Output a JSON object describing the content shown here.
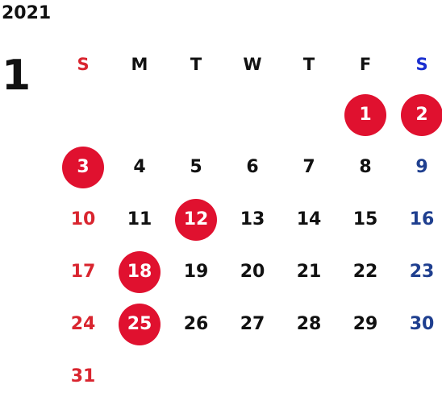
{
  "year": "2021",
  "month": "1",
  "weekdays": [
    "S",
    "M",
    "T",
    "W",
    "T",
    "F",
    "S"
  ],
  "colors": {
    "sunday": "#d9252f",
    "saturday": "#1f3f8f",
    "holiday_circle": "#e0112f",
    "text": "#111111"
  },
  "weeks": [
    [
      "",
      "",
      "",
      "",
      "",
      "1",
      "2"
    ],
    [
      "3",
      "4",
      "5",
      "6",
      "7",
      "8",
      "9"
    ],
    [
      "10",
      "11",
      "12",
      "13",
      "14",
      "15",
      "16"
    ],
    [
      "17",
      "18",
      "19",
      "20",
      "21",
      "22",
      "23"
    ],
    [
      "24",
      "25",
      "26",
      "27",
      "28",
      "29",
      "30"
    ],
    [
      "31",
      "",
      "",
      "",
      "",
      "",
      ""
    ]
  ],
  "holidays": [
    "1",
    "2",
    "3",
    "12",
    "18",
    "25"
  ]
}
